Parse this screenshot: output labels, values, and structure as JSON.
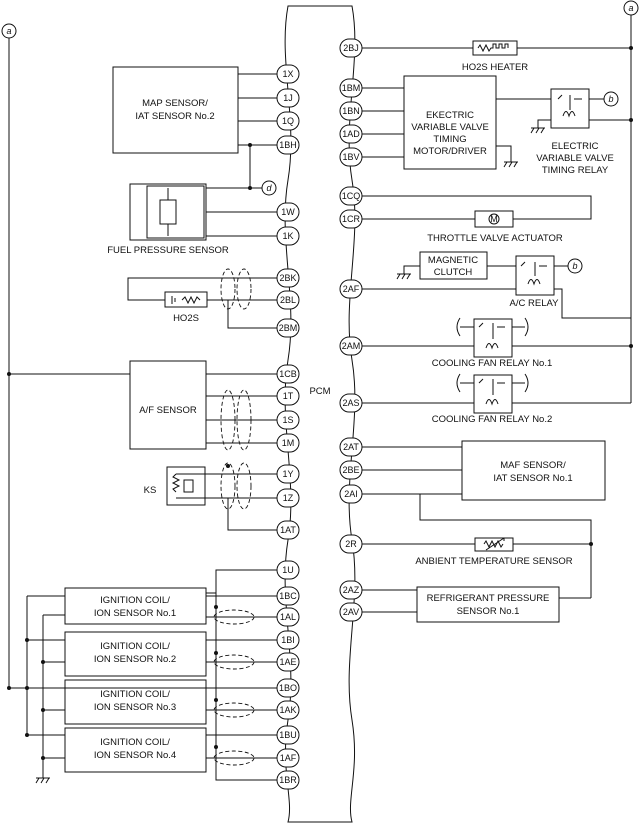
{
  "pcm_label": "PCM",
  "connectors": {
    "a": "a",
    "b": "b",
    "d": "d"
  },
  "left_pins": [
    "1X",
    "1J",
    "1Q",
    "1BH",
    "1W",
    "1K",
    "2BK",
    "2BL",
    "2BM",
    "1CB",
    "1T",
    "1S",
    "1M",
    "1Y",
    "1Z",
    "1AT",
    "1U",
    "1BC",
    "1AL",
    "1BI",
    "1AE",
    "1BO",
    "1AK",
    "1BU",
    "1AF",
    "1BR"
  ],
  "right_pins": [
    "2BJ",
    "1BM",
    "1BN",
    "1AD",
    "1BV",
    "1CQ",
    "1CR",
    "2AF",
    "2AM",
    "2AS",
    "2AT",
    "2BE",
    "2AI",
    "2R",
    "2AZ",
    "2AV"
  ],
  "components": {
    "map_sensor": [
      "MAP SENSOR/",
      "IAT SENSOR No.2"
    ],
    "fuel_pressure_sensor": "FUEL PRESSURE SENSOR",
    "ho2s": "HO2S",
    "af_sensor": "A/F SENSOR",
    "ks": "KS",
    "ignition_coils": [
      [
        "IGNITION COIL/",
        "ION SENSOR No.1"
      ],
      [
        "IGNITION COIL/",
        "ION SENSOR No.2"
      ],
      [
        "IGNITION COIL/",
        "ION SENSOR No.3"
      ],
      [
        "IGNITION COIL/",
        "ION SENSOR No.4"
      ]
    ],
    "ho2s_heater": "HO2S HEATER",
    "evvt_motor": [
      "EKECTRIC",
      "VARIABLE VALVE",
      "TIMING",
      "MOTOR/DRIVER"
    ],
    "evvt_relay": [
      "ELECTRIC",
      "VARIABLE VALVE",
      "TIMING RELAY"
    ],
    "throttle_actuator": "THROTTLE VALVE ACTUATOR",
    "magnetic_clutch": [
      "MAGNETIC",
      "CLUTCH"
    ],
    "ac_relay": "A/C RELAY",
    "fan_relay_1": "COOLING FAN RELAY No.1",
    "fan_relay_2": "COOLING FAN RELAY No.2",
    "maf_sensor": [
      "MAF SENSOR/",
      "IAT SENSOR No.1"
    ],
    "ambient_sensor": "ANBIENT TEMPERATURE SENSOR",
    "refrigerant_sensor": [
      "REFRIGERANT PRESSURE",
      "SENSOR No.1"
    ]
  }
}
